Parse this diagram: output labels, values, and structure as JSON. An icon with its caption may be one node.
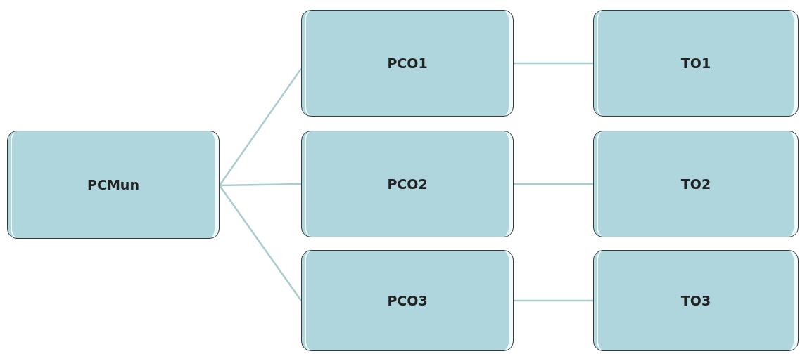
{
  "diagram": {
    "nodes": [
      {
        "text": [
          "PCMun"
        ]
      },
      {
        "text": [
          "PCO1"
        ]
      },
      {
        "text": [
          "PCO2"
        ]
      },
      {
        "text": [
          "PCO3"
        ]
      },
      {
        "text": [
          "TO1"
        ]
      },
      {
        "text": [
          "TO2"
        ]
      },
      {
        "text": [
          "TO3"
        ]
      }
    ],
    "edges": [
      {
        "from": 0,
        "to": 1,
        "arrow": "none"
      },
      {
        "from": 0,
        "to": 2,
        "arrow": "none"
      },
      {
        "from": 0,
        "to": 3,
        "arrow": "none"
      },
      {
        "from": 1,
        "to": 4,
        "arrow": "none"
      },
      {
        "from": 2,
        "to": 5,
        "arrow": "none"
      },
      {
        "from": 3,
        "to": 6,
        "arrow": "none"
      }
    ]
  }
}
